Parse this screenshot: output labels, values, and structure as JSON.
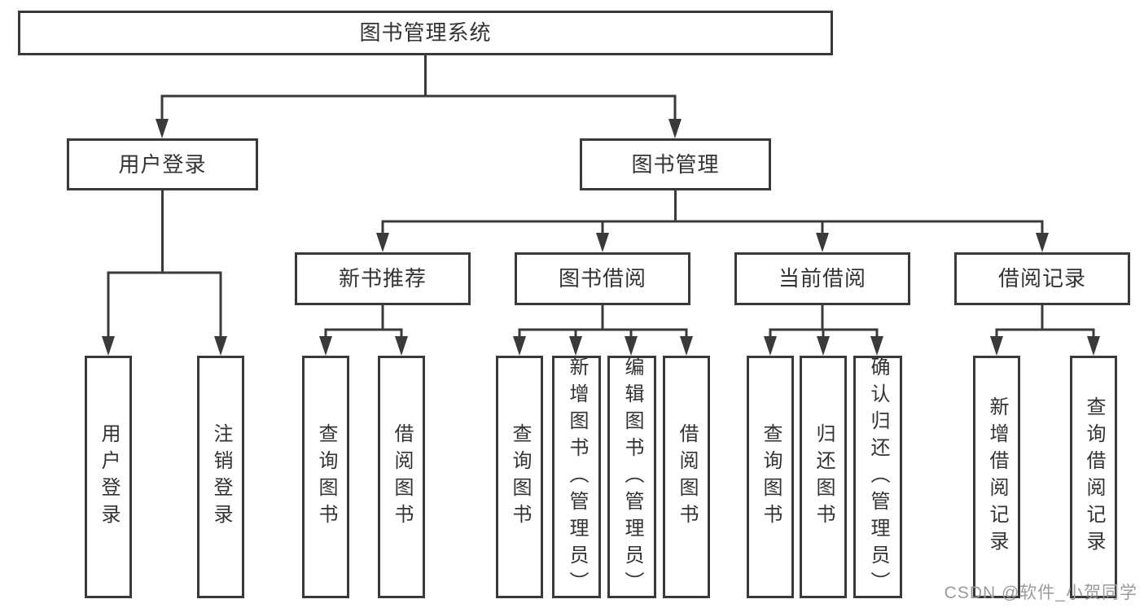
{
  "tree": {
    "root": {
      "label": "图书管理系统",
      "children": [
        {
          "label": "用户登录",
          "children": [
            {
              "label": "用户登录"
            },
            {
              "label": "注销登录"
            }
          ]
        },
        {
          "label": "图书管理",
          "children": [
            {
              "label": "新书推荐",
              "children": [
                {
                  "label": "查询图书"
                },
                {
                  "label": "借阅图书"
                }
              ]
            },
            {
              "label": "图书借阅",
              "children": [
                {
                  "label": "查询图书"
                },
                {
                  "label": "新增图书（管理员）"
                },
                {
                  "label": "编辑图书（管理员）"
                },
                {
                  "label": "借阅图书"
                }
              ]
            },
            {
              "label": "当前借阅",
              "children": [
                {
                  "label": "查询图书"
                },
                {
                  "label": "归还图书"
                },
                {
                  "label": "确认归还（管理员）"
                }
              ]
            },
            {
              "label": "借阅记录",
              "children": [
                {
                  "label": "新增借阅记录"
                },
                {
                  "label": "查询借阅记录"
                }
              ]
            }
          ]
        }
      ]
    }
  },
  "watermark": {
    "text": "CSDN @软件_小贺同学"
  },
  "colors": {
    "line": "#3a3a3a",
    "text": "#333333",
    "watermark": "#9b9b9b",
    "bg": "#ffffff"
  }
}
